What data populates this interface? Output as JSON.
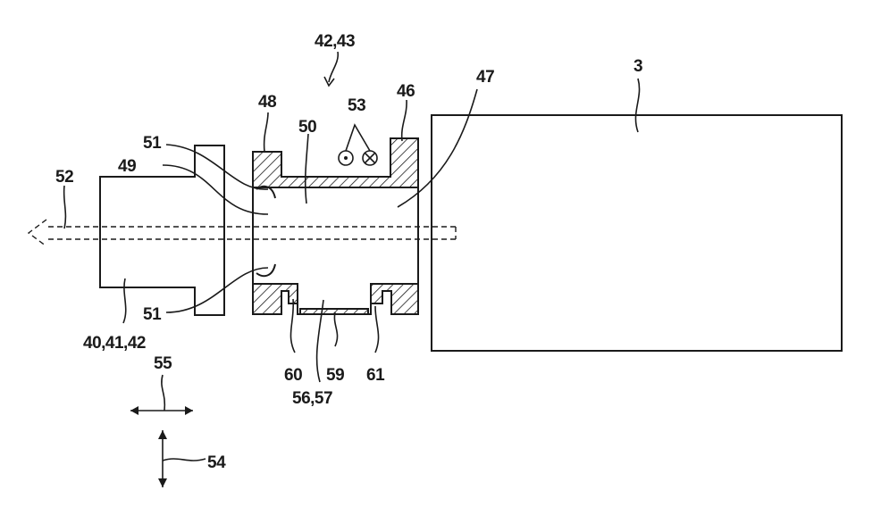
{
  "labels": {
    "l3": "3",
    "l42_43": "42,43",
    "l46": "46",
    "l47": "47",
    "l48": "48",
    "l49": "49",
    "l50": "50",
    "l51_top": "51",
    "l51_bottom": "51",
    "l52": "52",
    "l53": "53",
    "l54": "54",
    "l55": "55",
    "l56_57": "56,57",
    "l59": "59",
    "l60": "60",
    "l61": "61",
    "l40_41_42": "40,41,42"
  }
}
